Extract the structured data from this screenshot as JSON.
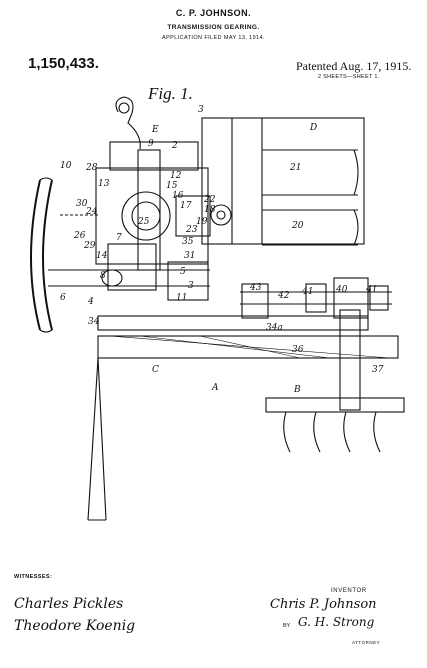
{
  "header": {
    "inventor_name": "C. P. JOHNSON.",
    "title": "TRANSMISSION GEARING.",
    "application": "APPLICATION FILED MAY 13, 1914.",
    "patent_number": "1,150,433.",
    "patented": "Patented Aug. 17, 1915.",
    "sheets": "2 SHEETS—SHEET 1."
  },
  "figure": {
    "label": "Fig. 1.",
    "reference_labels": [
      "10",
      "28",
      "9",
      "2",
      "3",
      "E",
      "D",
      "21",
      "20",
      "13",
      "12",
      "15",
      "16",
      "17",
      "30",
      "24",
      "25",
      "22",
      "23",
      "19",
      "18",
      "26",
      "29",
      "14",
      "7",
      "35",
      "31",
      "8",
      "5",
      "3",
      "6",
      "11",
      "4",
      "43",
      "42",
      "41",
      "40",
      "41",
      "34",
      "34a",
      "C",
      "36",
      "A",
      "B",
      "37"
    ]
  },
  "footer": {
    "witnesses_label": "WITNESSES:",
    "witness_1": "Charles Pickles",
    "witness_2": "Theodore Koenig",
    "inventor_label": "INVENTOR",
    "inventor_signature": "Chris P. Johnson",
    "by": "BY",
    "attorney_signature": "G. H. Strong",
    "attorney_label": "ATTORNEY"
  }
}
